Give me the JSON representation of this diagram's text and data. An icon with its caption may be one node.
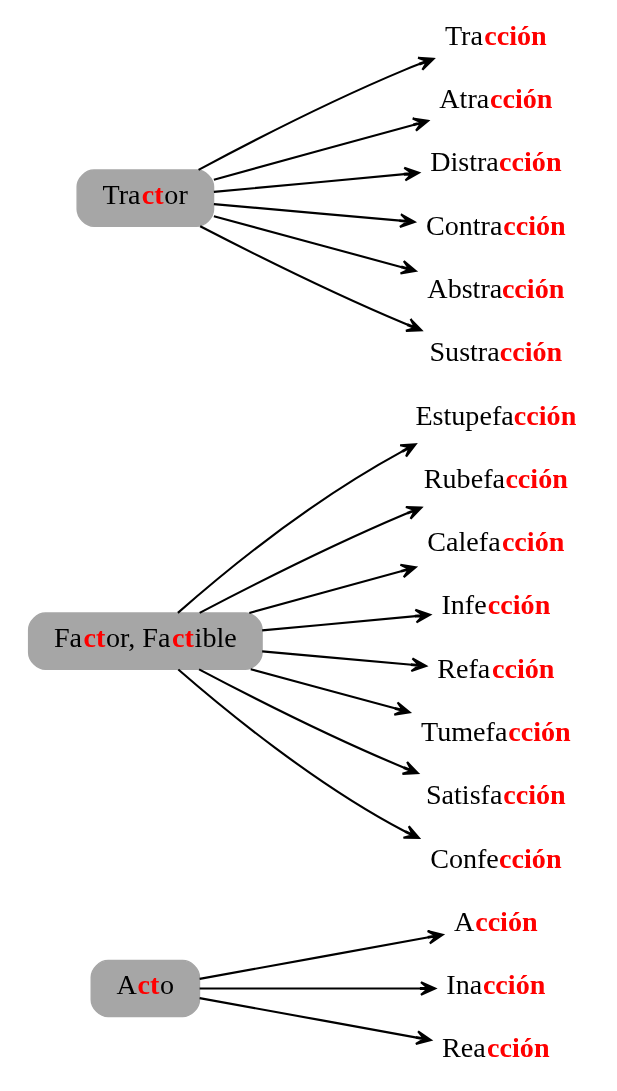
{
  "diagram": {
    "nodes": [
      {
        "text": [
          "A**ct**o"
        ]
      },
      {
        "text": [
          "A**cción**"
        ]
      },
      {
        "text": [
          "Ina**cción**"
        ]
      },
      {
        "text": [
          "Rea**cción**"
        ]
      },
      {
        "text": [
          "Fa**ct**or, Fa**ct**ible"
        ]
      },
      {
        "text": [
          "Estupefa**cción**"
        ]
      },
      {
        "text": [
          "Rubefa**cción**"
        ]
      },
      {
        "text": [
          "Calefa**cción**"
        ]
      },
      {
        "text": [
          "Infe**cción**"
        ]
      },
      {
        "text": [
          "Refa**cción**"
        ]
      },
      {
        "text": [
          "Tumefa**cción**"
        ]
      },
      {
        "text": [
          "Satisfa**cción**"
        ]
      },
      {
        "text": [
          "Confe**cción**"
        ]
      },
      {
        "text": [
          "Tra**ct**or"
        ]
      },
      {
        "text": [
          "Tra**cción**"
        ]
      },
      {
        "text": [
          "Atra**cción**"
        ]
      },
      {
        "text": [
          "Distra**cción**"
        ]
      },
      {
        "text": [
          "Contra**cción**"
        ]
      },
      {
        "text": [
          "Abstra**cción**"
        ]
      },
      {
        "text": [
          "Sustra**cción**"
        ]
      }
    ],
    "edges": [
      {
        "from": 0,
        "to": 1,
        "arrow": "to"
      },
      {
        "from": 0,
        "to": 2,
        "arrow": "to"
      },
      {
        "from": 0,
        "to": 3,
        "arrow": "to"
      },
      {
        "from": 4,
        "to": 5,
        "arrow": "to"
      },
      {
        "from": 4,
        "to": 6,
        "arrow": "to"
      },
      {
        "from": 4,
        "to": 7,
        "arrow": "to"
      },
      {
        "from": 4,
        "to": 8,
        "arrow": "to"
      },
      {
        "from": 4,
        "to": 9,
        "arrow": "to"
      },
      {
        "from": 4,
        "to": 10,
        "arrow": "to"
      },
      {
        "from": 4,
        "to": 11,
        "arrow": "to"
      },
      {
        "from": 4,
        "to": 12,
        "arrow": "to"
      },
      {
        "from": 13,
        "to": 14,
        "arrow": "to"
      },
      {
        "from": 13,
        "to": 15,
        "arrow": "to"
      },
      {
        "from": 13,
        "to": 16,
        "arrow": "to"
      },
      {
        "from": 13,
        "to": 17,
        "arrow": "to"
      },
      {
        "from": 13,
        "to": 18,
        "arrow": "to"
      },
      {
        "from": 13,
        "to": 19,
        "arrow": "to"
      }
    ]
  }
}
